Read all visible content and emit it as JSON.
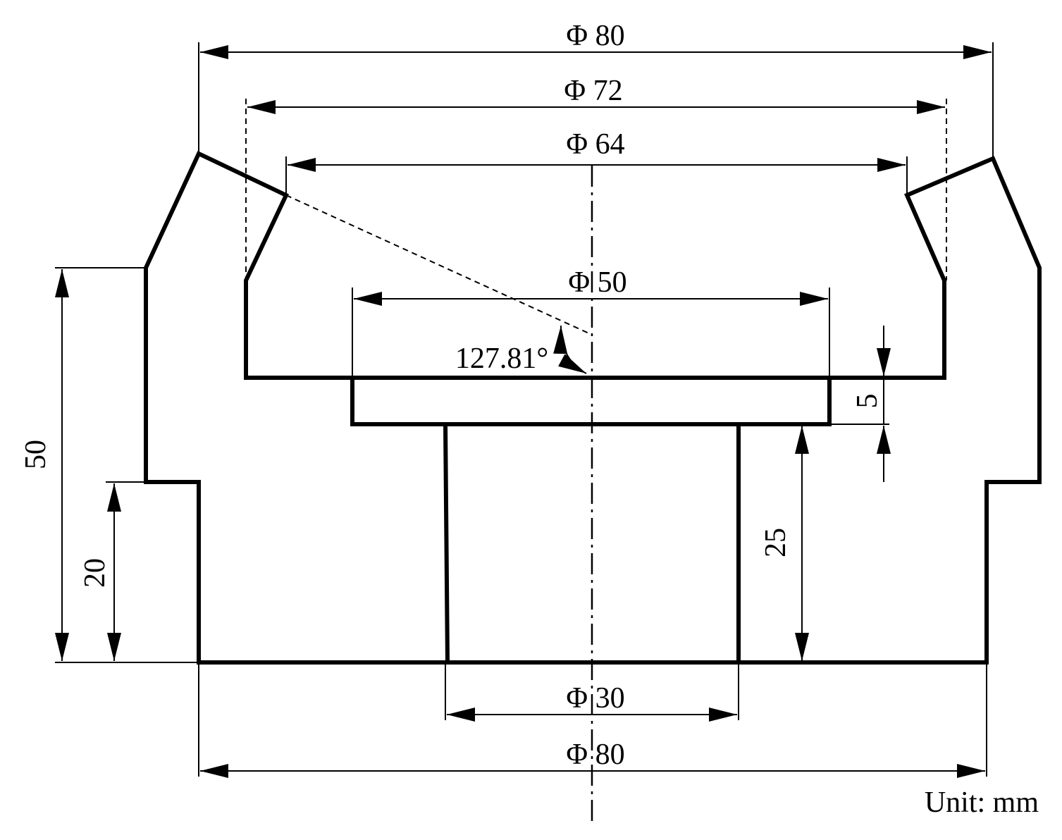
{
  "dimensions": {
    "d80_top": "Φ 80",
    "d72": "Φ 72",
    "d64": "Φ 64",
    "d50": "Φ 50",
    "angle": "127.81°",
    "h5": "5",
    "h50": "50",
    "h20": "20",
    "h25": "25",
    "d30": "Φ 30",
    "d80_bottom": "Φ 80"
  },
  "unit_label": "Unit: mm"
}
